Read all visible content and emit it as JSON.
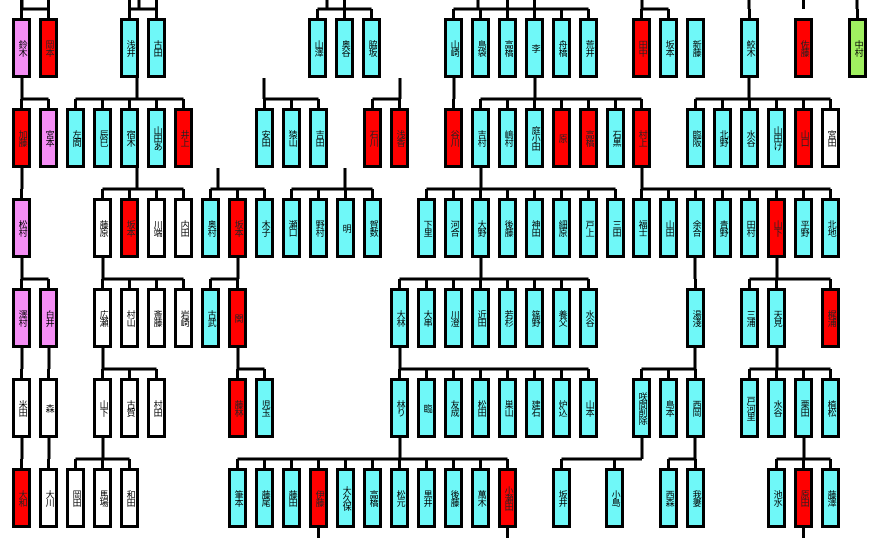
{
  "colors": {
    "pink": "#f58ef5",
    "red": "#ff0000",
    "cyan": "#6ff8f8",
    "green": "#a0f060",
    "white": "#ffffff"
  },
  "rows": [
    [
      {
        "name": "鈴木",
        "color": "pink"
      },
      {
        "name": "岡本",
        "color": "red"
      },
      {
        "name": "浅井",
        "color": "cyan"
      },
      {
        "name": "古田",
        "color": "cyan"
      },
      {
        "name": "山澤",
        "color": "cyan"
      },
      {
        "name": "奥谷",
        "color": "cyan"
      },
      {
        "name": "脇坂",
        "color": "cyan"
      },
      {
        "name": "山崎",
        "color": "cyan"
      },
      {
        "name": "島袋",
        "color": "cyan"
      },
      {
        "name": "高橋",
        "color": "cyan"
      },
      {
        "name": "李",
        "color": "cyan"
      },
      {
        "name": "舟橋",
        "color": "cyan"
      },
      {
        "name": "荒井",
        "color": "cyan"
      },
      {
        "name": "田中",
        "color": "red"
      },
      {
        "name": "坂本",
        "color": "cyan"
      },
      {
        "name": "新藤",
        "color": "cyan"
      },
      {
        "name": "鮫木",
        "color": "cyan"
      },
      {
        "name": "佐藤",
        "color": "red"
      },
      {
        "name": "中村",
        "color": "green"
      }
    ],
    [
      {
        "name": "加藤",
        "color": "red"
      },
      {
        "name": "宮本",
        "color": "pink"
      },
      {
        "name": "左間",
        "color": "cyan"
      },
      {
        "name": "辰巳",
        "color": "cyan"
      },
      {
        "name": "宿木",
        "color": "cyan"
      },
      {
        "name": "山田あ",
        "color": "cyan"
      },
      {
        "name": "井上",
        "color": "red"
      },
      {
        "name": "安田",
        "color": "cyan"
      },
      {
        "name": "猿山",
        "color": "cyan"
      },
      {
        "name": "吉田",
        "color": "cyan"
      },
      {
        "name": "石川",
        "color": "red"
      },
      {
        "name": "浅香",
        "color": "red"
      },
      {
        "name": "谷川",
        "color": "red"
      },
      {
        "name": "吉村",
        "color": "cyan"
      },
      {
        "name": "嶋村",
        "color": "cyan"
      },
      {
        "name": "庭小田",
        "color": "cyan"
      },
      {
        "name": "原",
        "color": "red"
      },
      {
        "name": "高橋",
        "color": "red"
      },
      {
        "name": "石黒",
        "color": "cyan"
      },
      {
        "name": "村上",
        "color": "red"
      },
      {
        "name": "臨阪",
        "color": "cyan"
      },
      {
        "name": "北野",
        "color": "cyan"
      },
      {
        "name": "水谷",
        "color": "cyan"
      },
      {
        "name": "山田け",
        "color": "cyan"
      },
      {
        "name": "山口",
        "color": "red"
      },
      {
        "name": "宮田",
        "color": "white"
      }
    ],
    [
      {
        "name": "松村",
        "color": "pink"
      },
      {
        "name": "藤原",
        "color": "white"
      },
      {
        "name": "坂本",
        "color": "red"
      },
      {
        "name": "川端",
        "color": "white"
      },
      {
        "name": "内田",
        "color": "white"
      },
      {
        "name": "奥村",
        "color": "cyan"
      },
      {
        "name": "坂本",
        "color": "red"
      },
      {
        "name": "木子",
        "color": "cyan"
      },
      {
        "name": "瀬口",
        "color": "cyan"
      },
      {
        "name": "野村",
        "color": "cyan"
      },
      {
        "name": "明",
        "color": "cyan"
      },
      {
        "name": "賀数",
        "color": "cyan"
      },
      {
        "name": "下里",
        "color": "cyan"
      },
      {
        "name": "河合",
        "color": "cyan"
      },
      {
        "name": "大野",
        "color": "cyan"
      },
      {
        "name": "後藤",
        "color": "cyan"
      },
      {
        "name": "神田",
        "color": "cyan"
      },
      {
        "name": "細原",
        "color": "cyan"
      },
      {
        "name": "戸上",
        "color": "cyan"
      },
      {
        "name": "三田",
        "color": "cyan"
      },
      {
        "name": "福士",
        "color": "cyan"
      },
      {
        "name": "山田",
        "color": "cyan"
      },
      {
        "name": "余合",
        "color": "cyan"
      },
      {
        "name": "青野",
        "color": "cyan"
      },
      {
        "name": "田村",
        "color": "cyan"
      },
      {
        "name": "山下",
        "color": "red"
      },
      {
        "name": "平野",
        "color": "cyan"
      },
      {
        "name": "北地",
        "color": "cyan"
      }
    ],
    [
      {
        "name": "澤村",
        "color": "pink"
      },
      {
        "name": "白井",
        "color": "pink"
      },
      {
        "name": "広瀬",
        "color": "white"
      },
      {
        "name": "村山",
        "color": "white"
      },
      {
        "name": "斎藤",
        "color": "white"
      },
      {
        "name": "岩崎",
        "color": "white"
      },
      {
        "name": "古武",
        "color": "cyan"
      },
      {
        "name": "関",
        "color": "red"
      },
      {
        "name": "大林",
        "color": "cyan"
      },
      {
        "name": "大串",
        "color": "cyan"
      },
      {
        "name": "川澄",
        "color": "cyan"
      },
      {
        "name": "近田",
        "color": "cyan"
      },
      {
        "name": "若杉",
        "color": "cyan"
      },
      {
        "name": "篠野",
        "color": "cyan"
      },
      {
        "name": "養父",
        "color": "cyan"
      },
      {
        "name": "水谷",
        "color": "cyan"
      },
      {
        "name": "湯淺",
        "color": "cyan"
      },
      {
        "name": "三浦",
        "color": "cyan"
      },
      {
        "name": "天見",
        "color": "cyan"
      },
      {
        "name": "梶浦",
        "color": "red"
      }
    ],
    [
      {
        "name": "米田",
        "color": "white"
      },
      {
        "name": "森",
        "color": "white"
      },
      {
        "name": "山下",
        "color": "white"
      },
      {
        "name": "古賀",
        "color": "white"
      },
      {
        "name": "村田",
        "color": "white"
      },
      {
        "name": "藤林",
        "color": "red"
      },
      {
        "name": "児玉",
        "color": "cyan"
      },
      {
        "name": "林り",
        "color": "cyan"
      },
      {
        "name": "臨",
        "color": "cyan"
      },
      {
        "name": "友成",
        "color": "cyan"
      },
      {
        "name": "松田",
        "color": "cyan"
      },
      {
        "name": "巣山",
        "color": "cyan"
      },
      {
        "name": "建石",
        "color": "cyan"
      },
      {
        "name": "炉込",
        "color": "cyan"
      },
      {
        "name": "山本",
        "color": "cyan"
      },
      {
        "name": "咲間削除",
        "color": "cyan"
      },
      {
        "name": "島本",
        "color": "cyan"
      },
      {
        "name": "西岡",
        "color": "cyan"
      },
      {
        "name": "戸河里",
        "color": "cyan"
      },
      {
        "name": "水谷",
        "color": "cyan"
      },
      {
        "name": "栗田",
        "color": "cyan"
      },
      {
        "name": "植松",
        "color": "cyan"
      }
    ],
    [
      {
        "name": "大和",
        "color": "red"
      },
      {
        "name": "大川",
        "color": "white"
      },
      {
        "name": "岡田",
        "color": "white"
      },
      {
        "name": "馬場",
        "color": "white"
      },
      {
        "name": "和田",
        "color": "white"
      },
      {
        "name": "筆本",
        "color": "cyan"
      },
      {
        "name": "藤尾",
        "color": "cyan"
      },
      {
        "name": "藤田",
        "color": "cyan"
      },
      {
        "name": "伊藤",
        "color": "red"
      },
      {
        "name": "大久保",
        "color": "cyan"
      },
      {
        "name": "高橋",
        "color": "cyan"
      },
      {
        "name": "松元",
        "color": "cyan"
      },
      {
        "name": "黒井",
        "color": "cyan"
      },
      {
        "name": "後藤",
        "color": "cyan"
      },
      {
        "name": "萬木",
        "color": "cyan"
      },
      {
        "name": "小瀬田",
        "color": "red"
      },
      {
        "name": "坂井",
        "color": "cyan"
      },
      {
        "name": "小島",
        "color": "cyan"
      },
      {
        "name": "西森",
        "color": "cyan"
      },
      {
        "name": "我妻",
        "color": "cyan"
      },
      {
        "name": "池水",
        "color": "cyan"
      },
      {
        "name": "原田",
        "color": "red"
      },
      {
        "name": "藤澤",
        "color": "cyan"
      }
    ]
  ]
}
